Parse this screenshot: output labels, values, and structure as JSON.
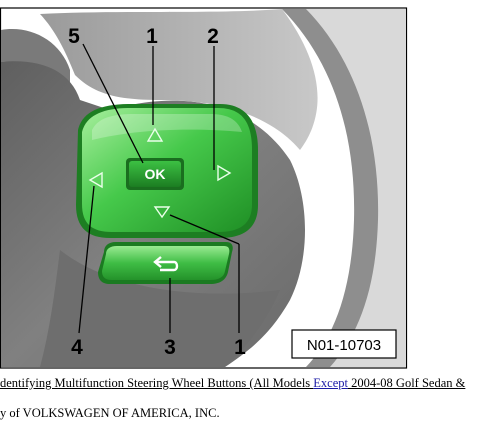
{
  "figure": {
    "callouts": [
      "5",
      "1",
      "2",
      "4",
      "3",
      "1"
    ],
    "ok_label": "OK",
    "reference": "N01-10703",
    "colors": {
      "frame": "#000000",
      "wheel_dark": "#6b6b6b",
      "wheel_mid": "#8a8a8a",
      "wheel_light": "#b9b9b9",
      "button_green": "#35c03a",
      "button_light": "#8ee38a",
      "button_dark": "#1f8f25"
    },
    "icons": [
      "arrow-up-icon",
      "arrow-right-icon",
      "arrow-down-icon",
      "arrow-left-icon",
      "back-arrow-icon"
    ]
  },
  "caption": {
    "title_prefix": "dentifying Multifunction Steering Wheel Buttons (All Models ",
    "title_link": "Except",
    "title_suffix": " 2004-08 Golf Sedan &",
    "credit": "y of VOLKSWAGEN OF AMERICA, INC."
  }
}
